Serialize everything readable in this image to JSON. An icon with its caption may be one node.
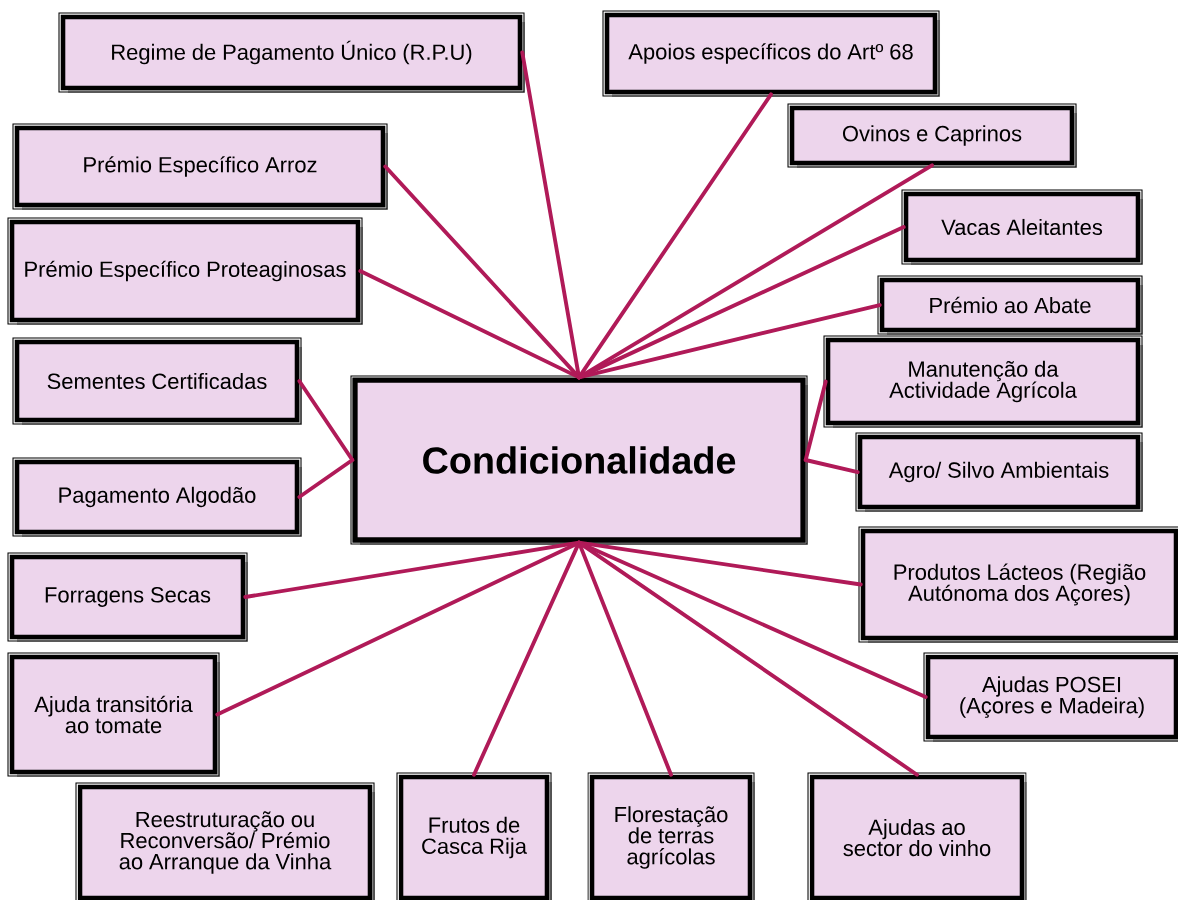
{
  "diagram": {
    "nodes": [
      {
        "text": [
          "Condicionalidade"
        ]
      },
      {
        "text": [
          "Regime de Pagamento Único (R.P.U)"
        ]
      },
      {
        "text": [
          "Apoios específicos do Artº 68"
        ]
      },
      {
        "text": [
          "Prémio Específico Arroz"
        ]
      },
      {
        "text": [
          "Ovinos e Caprinos"
        ]
      },
      {
        "text": [
          "Vacas Aleitantes"
        ]
      },
      {
        "text": [
          "Prémio Específico Proteaginosas"
        ]
      },
      {
        "text": [
          "Prémio ao Abate"
        ]
      },
      {
        "text": [
          "Sementes Certificadas"
        ]
      },
      {
        "text": [
          "Manutenção da Actividade Agrícola"
        ]
      },
      {
        "text": [
          "Agro/ Silvo Ambientais"
        ]
      },
      {
        "text": [
          "Pagamento Algodão"
        ]
      },
      {
        "text": [
          "Produtos Lácteos (Região Autónoma dos Açores)"
        ]
      },
      {
        "text": [
          "Forragens Secas"
        ]
      },
      {
        "text": [
          "Ajudas POSEI (Açores e Madeira)"
        ]
      },
      {
        "text": [
          "Ajuda transitória ao tomate"
        ]
      },
      {
        "text": [
          "Reestruturação ou Reconversão/ Prémio ao Arranque da Vinha"
        ]
      },
      {
        "text": [
          "Frutos de Casca Rija"
        ]
      },
      {
        "text": [
          "Florestação de terras agrícolas"
        ]
      },
      {
        "text": [
          "Ajudas ao sector do vinho"
        ]
      }
    ],
    "edges": [
      {
        "from": 0,
        "to": 1,
        "arrow": "none"
      },
      {
        "from": 0,
        "to": 2,
        "arrow": "none"
      },
      {
        "from": 0,
        "to": 3,
        "arrow": "none"
      },
      {
        "from": 0,
        "to": 4,
        "arrow": "none"
      },
      {
        "from": 0,
        "to": 5,
        "arrow": "none"
      },
      {
        "from": 0,
        "to": 6,
        "arrow": "none"
      },
      {
        "from": 0,
        "to": 7,
        "arrow": "none"
      },
      {
        "from": 0,
        "to": 8,
        "arrow": "none"
      },
      {
        "from": 0,
        "to": 9,
        "arrow": "none"
      },
      {
        "from": 0,
        "to": 10,
        "arrow": "none"
      },
      {
        "from": 0,
        "to": 11,
        "arrow": "none"
      },
      {
        "from": 0,
        "to": 12,
        "arrow": "none"
      },
      {
        "from": 0,
        "to": 13,
        "arrow": "none"
      },
      {
        "from": 0,
        "to": 14,
        "arrow": "none"
      },
      {
        "from": 0,
        "to": 15,
        "arrow": "none"
      },
      {
        "from": 0,
        "to": 17,
        "arrow": "none"
      },
      {
        "from": 0,
        "to": 18,
        "arrow": "none"
      },
      {
        "from": 0,
        "to": 19,
        "arrow": "none"
      }
    ]
  }
}
